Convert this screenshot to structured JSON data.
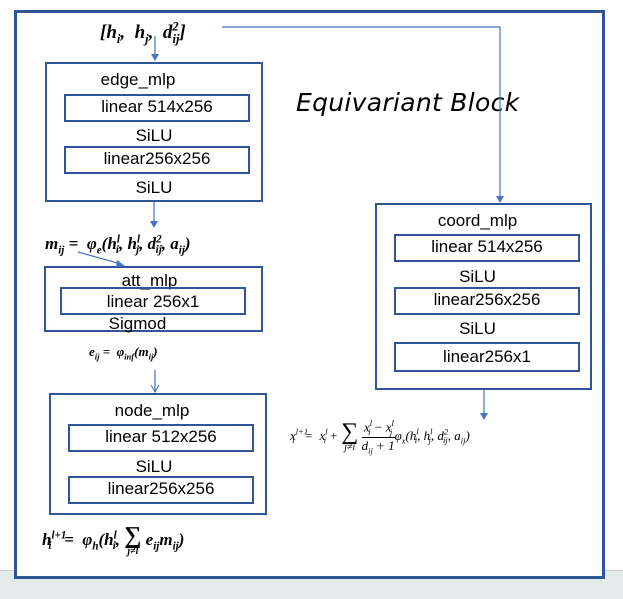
{
  "title": "Equivariant Block",
  "input_formula": "[hᵢ, hⱼ, d²ᵢⱼ]",
  "edge_mlp": {
    "name": "edge_mlp",
    "layers": [
      "linear 514x256",
      "linear256x256"
    ],
    "activations": [
      "SiLU",
      "SiLU"
    ]
  },
  "message_formula": "mᵢⱼ = φₑ(hᵢˡ, hⱼˡ, d²ᵢⱼ, aᵢⱼ)",
  "att_mlp": {
    "name": "att_mlp",
    "layers": [
      "linear 256x1"
    ],
    "activations": [
      "Sigmod"
    ]
  },
  "attention_formula": "eᵢⱼ = φᵢₙf(mᵢⱼ)",
  "node_mlp": {
    "name": "node_mlp",
    "layers": [
      "linear 512x256",
      "linear256x256"
    ],
    "activations": [
      "SiLU"
    ]
  },
  "node_update_formula": "hᵢˡ⁺¹ = φₕ(hᵢˡ, Σ_{j≠l} eᵢⱼ mᵢⱼ)",
  "coord_mlp": {
    "name": "coord_mlp",
    "layers": [
      "linear 514x256",
      "linear256x256",
      "linear256x1"
    ],
    "activations": [
      "SiLU",
      "SiLU"
    ]
  },
  "coord_update_formula": "xᵢˡ⁺¹ = xᵢˡ + Σ_{j≠i} (xᵢˡ − xⱼˡ)/(dᵢⱼ + 1) φₓ(hᵢˡ, hⱼˡ, d²ᵢⱼ, aᵢⱼ)",
  "colors": {
    "border": "#2f5597",
    "arrow": "#4472c4",
    "background": "#e4eceb"
  }
}
